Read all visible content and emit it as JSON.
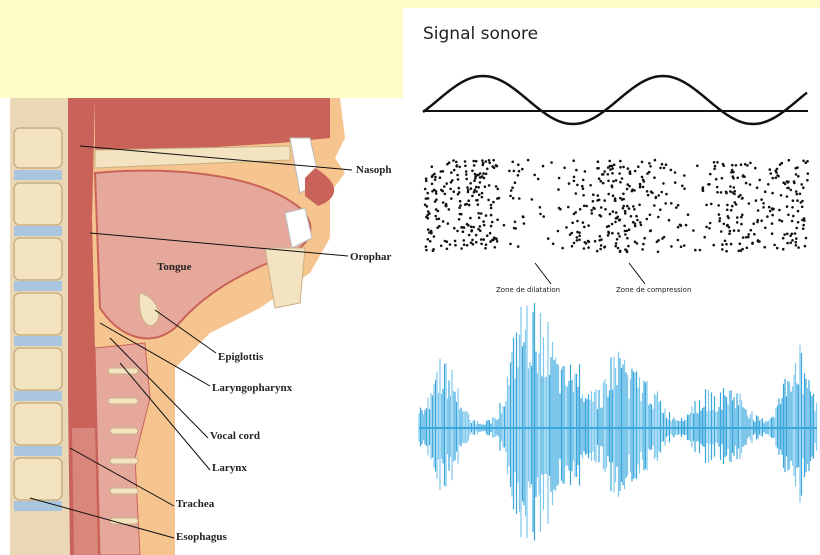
{
  "signal": {
    "title": "Signal sonore",
    "zone_dilatation": "Zone de dilatation",
    "zone_compression": "Zone de compression"
  },
  "anatomy": {
    "labels": {
      "nasopharynx": "Nasoph",
      "oropharynx": "Orophar",
      "tongue": "Tongue",
      "epiglottis": "Epiglottis",
      "laryngopharynx": "Laryngopharynx",
      "vocal_cord": "Vocal cord",
      "larynx": "Larynx",
      "trachea": "Trachea",
      "esophagus": "Esophagus"
    }
  },
  "colors": {
    "page_background": "#fffcc8",
    "tissue_red": "#c9635a",
    "tissue_pink": "#e7a89c",
    "skin": "#f6c48e",
    "bone": "#f4e3c1",
    "waveform_blue": "#3aa7dd",
    "waveform_light": "#7ec8ee"
  }
}
